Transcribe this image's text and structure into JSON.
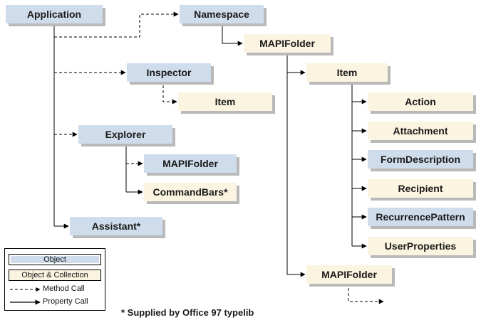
{
  "nodes": {
    "application": "Application",
    "namespace": "Namespace",
    "mapifolder_ns": "MAPIFolder",
    "item_main": "Item",
    "inspector": "Inspector",
    "item_insp": "Item",
    "action": "Action",
    "attachment": "Attachment",
    "explorer": "Explorer",
    "formdescription": "FormDescription",
    "mapifolder_exp": "MAPIFolder",
    "recipient": "Recipient",
    "commandbars": "CommandBars*",
    "recurrencepattern": "RecurrencePattern",
    "assistant": "Assistant*",
    "userproperties": "UserProperties",
    "mapifolder_sub": "MAPIFolder"
  },
  "legend": {
    "object": "Object",
    "object_collection": "Object & Collection",
    "method_call": "Method Call",
    "property_call": "Property Call"
  },
  "footnote": "* Supplied by Office 97 typelib",
  "colors": {
    "object_fill": "#cfdceb",
    "collection_fill": "#fbf4e1",
    "shadow": "#b9b9b9",
    "line": "#000000"
  }
}
